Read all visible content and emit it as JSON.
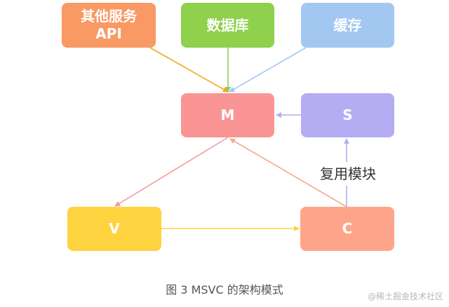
{
  "nodes": {
    "api": {
      "line1": "其他服务",
      "line2": "API",
      "color": "#f99963"
    },
    "db": {
      "label": "数据库",
      "color": "#8fd04d"
    },
    "cache": {
      "label": "缓存",
      "color": "#a2c8f2"
    },
    "m": {
      "label": "M",
      "color": "#f99595"
    },
    "s": {
      "label": "S",
      "color": "#b4adf3"
    },
    "v": {
      "label": "V",
      "color": "#ffd240"
    },
    "c": {
      "label": "C",
      "color": "#fea48a"
    }
  },
  "edges": [
    {
      "from": "api",
      "to": "m",
      "color": "#f5a623"
    },
    {
      "from": "db",
      "to": "m",
      "color": "#8fd04d"
    },
    {
      "from": "cache",
      "to": "m",
      "color": "#a2c8f2"
    },
    {
      "from": "s",
      "to": "m",
      "color": "#b4adf3"
    },
    {
      "from": "m",
      "to": "v",
      "color": "#f49a9a"
    },
    {
      "from": "c",
      "to": "m",
      "color": "#f7a98f"
    },
    {
      "from": "v",
      "to": "c",
      "color": "#ffd240"
    },
    {
      "from": "c",
      "to": "s",
      "color": "#b4adf3",
      "label": "复用模块"
    }
  ],
  "edge_label": "复用模块",
  "caption": "图 3 MSVC 的架构模式",
  "watermark": "@稀土掘金技术社区"
}
